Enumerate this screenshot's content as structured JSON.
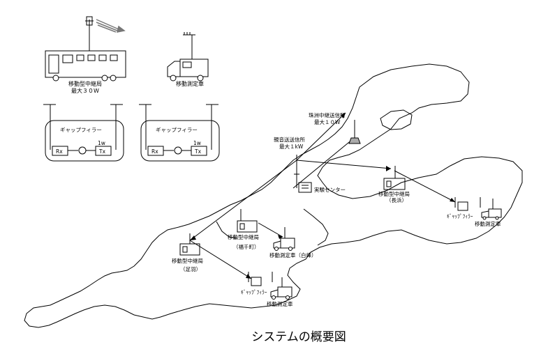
{
  "relay_bus": {
    "label": "移動型中継局",
    "power": "最大３０W"
  },
  "measure_truck_top": {
    "label": "移動測定車"
  },
  "gap_filler_left": {
    "title": "ギャップフィラー",
    "rx": "Rx",
    "tx": "Tx",
    "power": "1w"
  },
  "gap_filler_right": {
    "title": "ギャップフィラー",
    "rx": "Rx",
    "tx": "Tx",
    "power": "1w"
  },
  "suzu_station": {
    "name": "珠洲中継送信所",
    "power": "最大１０W"
  },
  "hakui_station": {
    "name": "親音送送信所",
    "power": "最大１kW"
  },
  "center": {
    "label": "実験センター"
  },
  "relay_east": {
    "label": "移動型中継局",
    "place": "（長浜）"
  },
  "gapfiller_east": {
    "label": "ｷﾞｬｯﾌﾟﾌｨﾗｰ"
  },
  "measure_east": {
    "label": "移動測定車"
  },
  "relay_mid": {
    "label": "移動型中継局",
    "place": "（福千町）"
  },
  "measure_mid": {
    "label": "移動測定車（白峰）"
  },
  "relay_west": {
    "label": "移動型中継局",
    "place": "（足羽）"
  },
  "gapfiller_south": {
    "label": "ｷﾞｬｯﾌﾟﾌｨﾗｰ"
  },
  "measure_south": {
    "label": "移動測定車"
  },
  "caption": "システムの概要図"
}
